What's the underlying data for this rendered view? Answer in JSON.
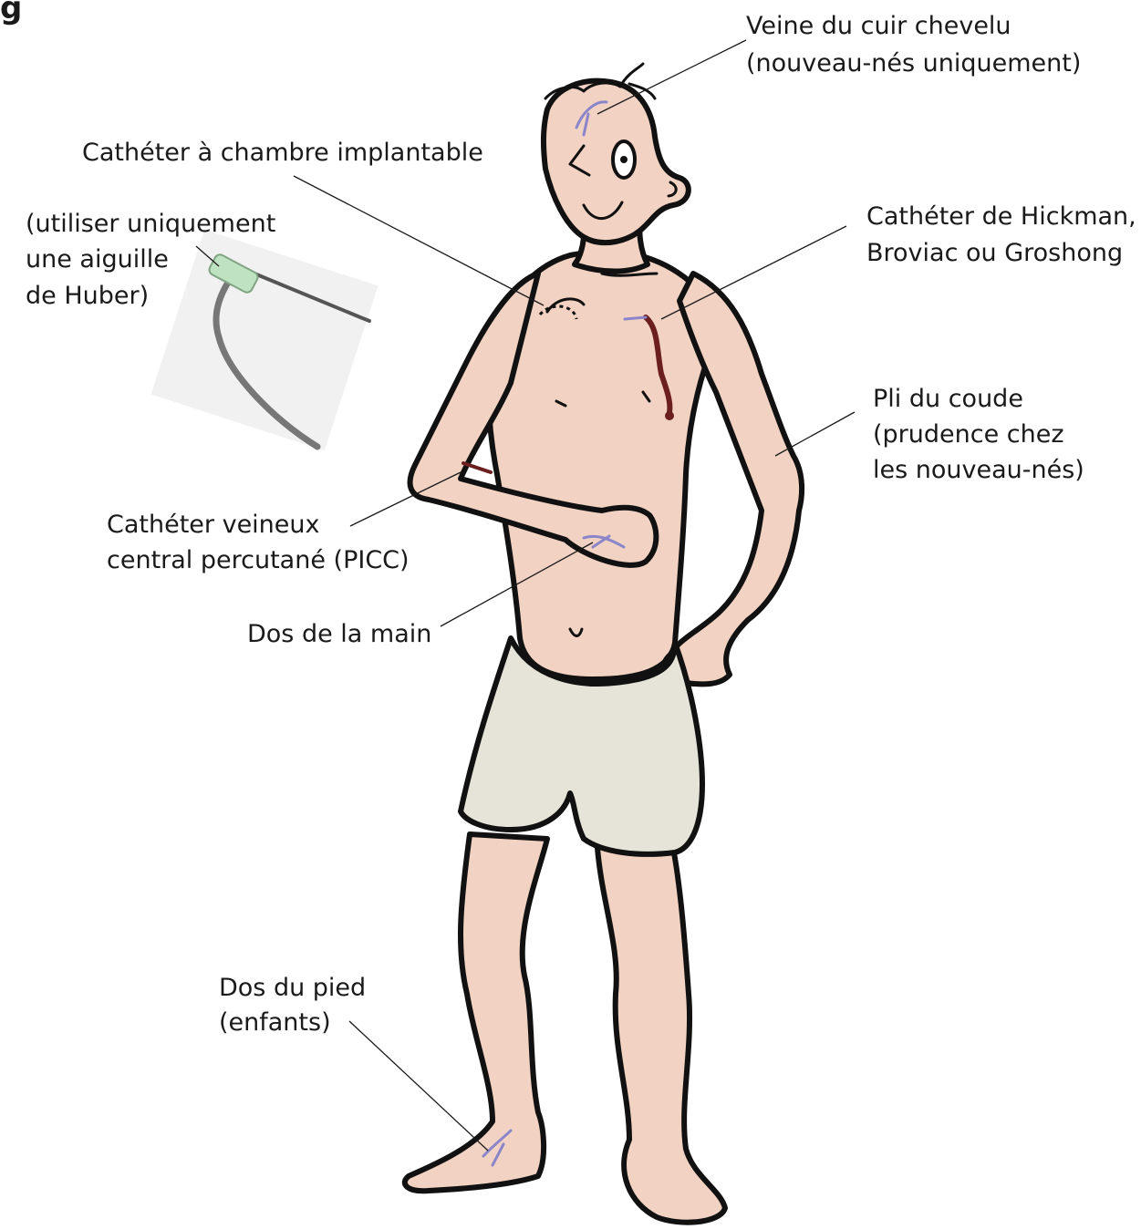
{
  "title_fragment": "g",
  "colors": {
    "skin": "#f2d2c2",
    "shorts": "#e6e4d8",
    "outline": "#111111",
    "vein": "#8b86c9",
    "catheter": "#6b1f1f",
    "needle_hub": "#bfe3c2"
  },
  "labels": {
    "scalp_vein": [
      "Veine du cuir chevelu",
      "(nouveau-nés uniquement)"
    ],
    "port": [
      "Cathéter à chambre implantable"
    ],
    "huber": [
      "(utiliser uniquement",
      "une aiguille",
      "de Huber)"
    ],
    "hickman": [
      "Cathéter de Hickman,",
      "Broviac ou Groshong"
    ],
    "elbow": [
      "Pli du coude",
      "(prudence chez",
      "les nouveau-nés)"
    ],
    "picc": [
      "Cathéter veineux",
      "central percutané (PICC)"
    ],
    "hand": [
      "Dos de la main"
    ],
    "foot": [
      "Dos du pied",
      "(enfants)"
    ]
  }
}
